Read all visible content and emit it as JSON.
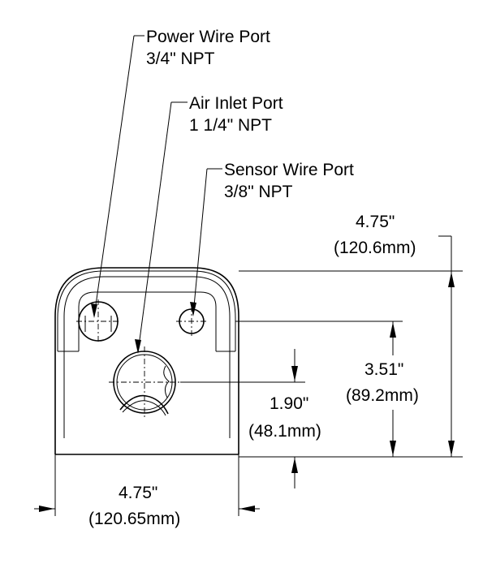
{
  "callouts": {
    "power_wire_port": {
      "name": "Power Wire Port",
      "size": "3/4\" NPT"
    },
    "air_inlet_port": {
      "name": "Air Inlet Port",
      "size": "1 1/4\" NPT"
    },
    "sensor_wire_port": {
      "name": "Sensor Wire Port",
      "size": "3/8\" NPT"
    }
  },
  "dimensions": {
    "height": {
      "inches": "4.75\"",
      "mm": "(120.6mm)"
    },
    "upper_port_height": {
      "inches": "3.51\"",
      "mm": "(89.2mm)"
    },
    "air_inlet_height": {
      "inches": "1.90\"",
      "mm": "(48.1mm)"
    },
    "width": {
      "inches": "4.75\"",
      "mm": "(120.65mm)"
    }
  }
}
